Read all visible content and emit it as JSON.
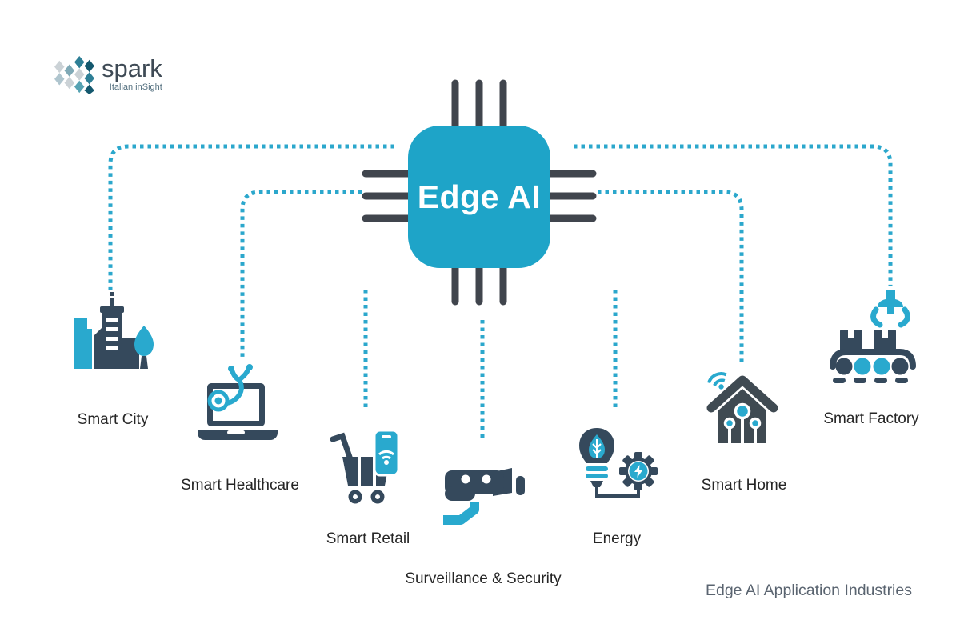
{
  "logo": {
    "name": "spark",
    "tagline": "Italian inSight"
  },
  "chip": {
    "label": "Edge AI"
  },
  "nodes": [
    {
      "id": "smart-city",
      "label": "Smart City",
      "icon": "smart-city-icon"
    },
    {
      "id": "smart-healthcare",
      "label": "Smart Healthcare",
      "icon": "smart-healthcare-icon"
    },
    {
      "id": "smart-retail",
      "label": "Smart Retail",
      "icon": "smart-retail-icon"
    },
    {
      "id": "surveillance-security",
      "label": "Surveillance & Security",
      "icon": "surveillance-camera-icon"
    },
    {
      "id": "energy",
      "label": "Energy",
      "icon": "energy-bulb-gear-icon"
    },
    {
      "id": "smart-home",
      "label": "Smart Home",
      "icon": "smart-home-icon"
    },
    {
      "id": "smart-factory",
      "label": "Smart Factory",
      "icon": "smart-factory-icon"
    }
  ],
  "caption": "Edge AI Application Industries",
  "colors": {
    "chip_teal": "#1EA4C8",
    "connector_teal": "#2BA7CC",
    "icon_teal": "#29A9CE",
    "icon_dark": "#35495C",
    "pin_dark": "#40454D",
    "label_dark": "#262626",
    "caption_gray": "#5A6470",
    "background": "#FFFFFF"
  }
}
